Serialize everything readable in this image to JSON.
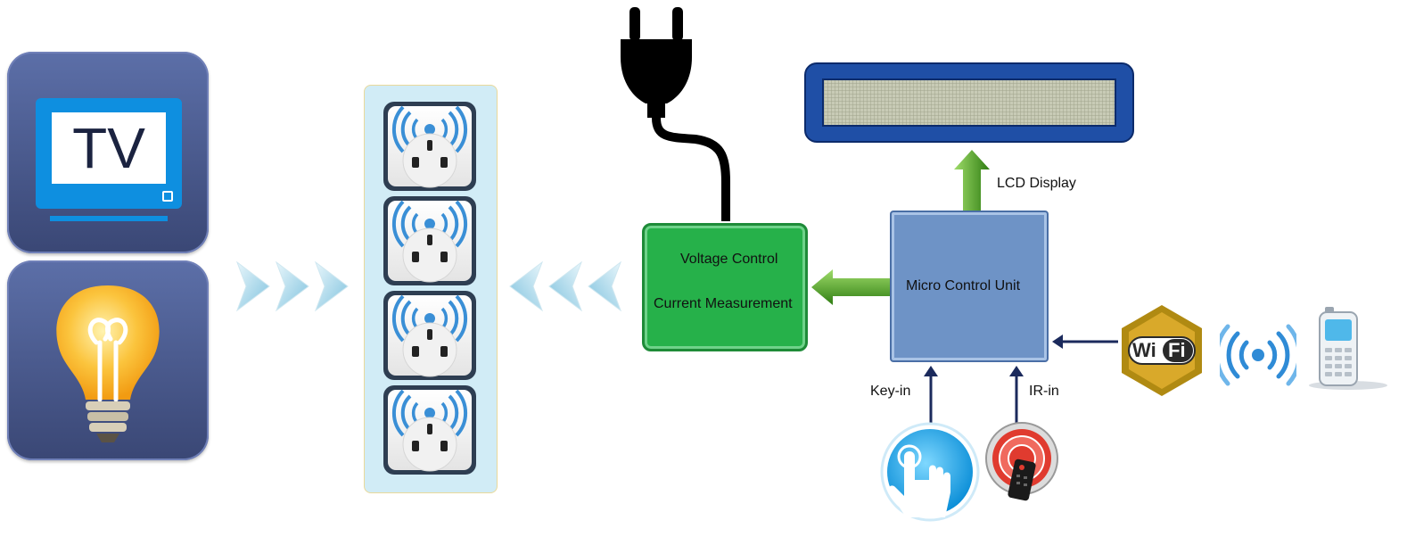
{
  "tv_tile": {
    "label": "TV"
  },
  "lcd_label": "LCD Display",
  "voltage_box": {
    "line1": "Voltage Control",
    "line2": "Current  Measurement"
  },
  "mcu_box": {
    "label": "Micro Control Unit"
  },
  "inputs": {
    "key_label": "Key-in",
    "ir_label": "IR-in"
  },
  "wifi_badge": {
    "label_wi": "Wi",
    "label_fi": "Fi"
  },
  "colors": {
    "tile_blue": "#4a5a92",
    "tv_blue": "#0e8fe0",
    "voltage_green": "#26b14a",
    "mcu_blue": "#6e93c6",
    "arrow_green": "#3f9a1f",
    "arrow_navy": "#1b2a5c",
    "chevron_blue": "#9fd3e8",
    "strip_bg": "#d1ecf6",
    "wifi_gold": "#c49a1c"
  },
  "icons": [
    "tv-icon",
    "lightbulb-icon",
    "power-socket-icon",
    "power-plug-icon",
    "lcd-display-icon",
    "touch-hand-icon",
    "ir-remote-icon",
    "wifi-badge-icon",
    "wireless-signal-icon",
    "mobile-phone-icon"
  ]
}
